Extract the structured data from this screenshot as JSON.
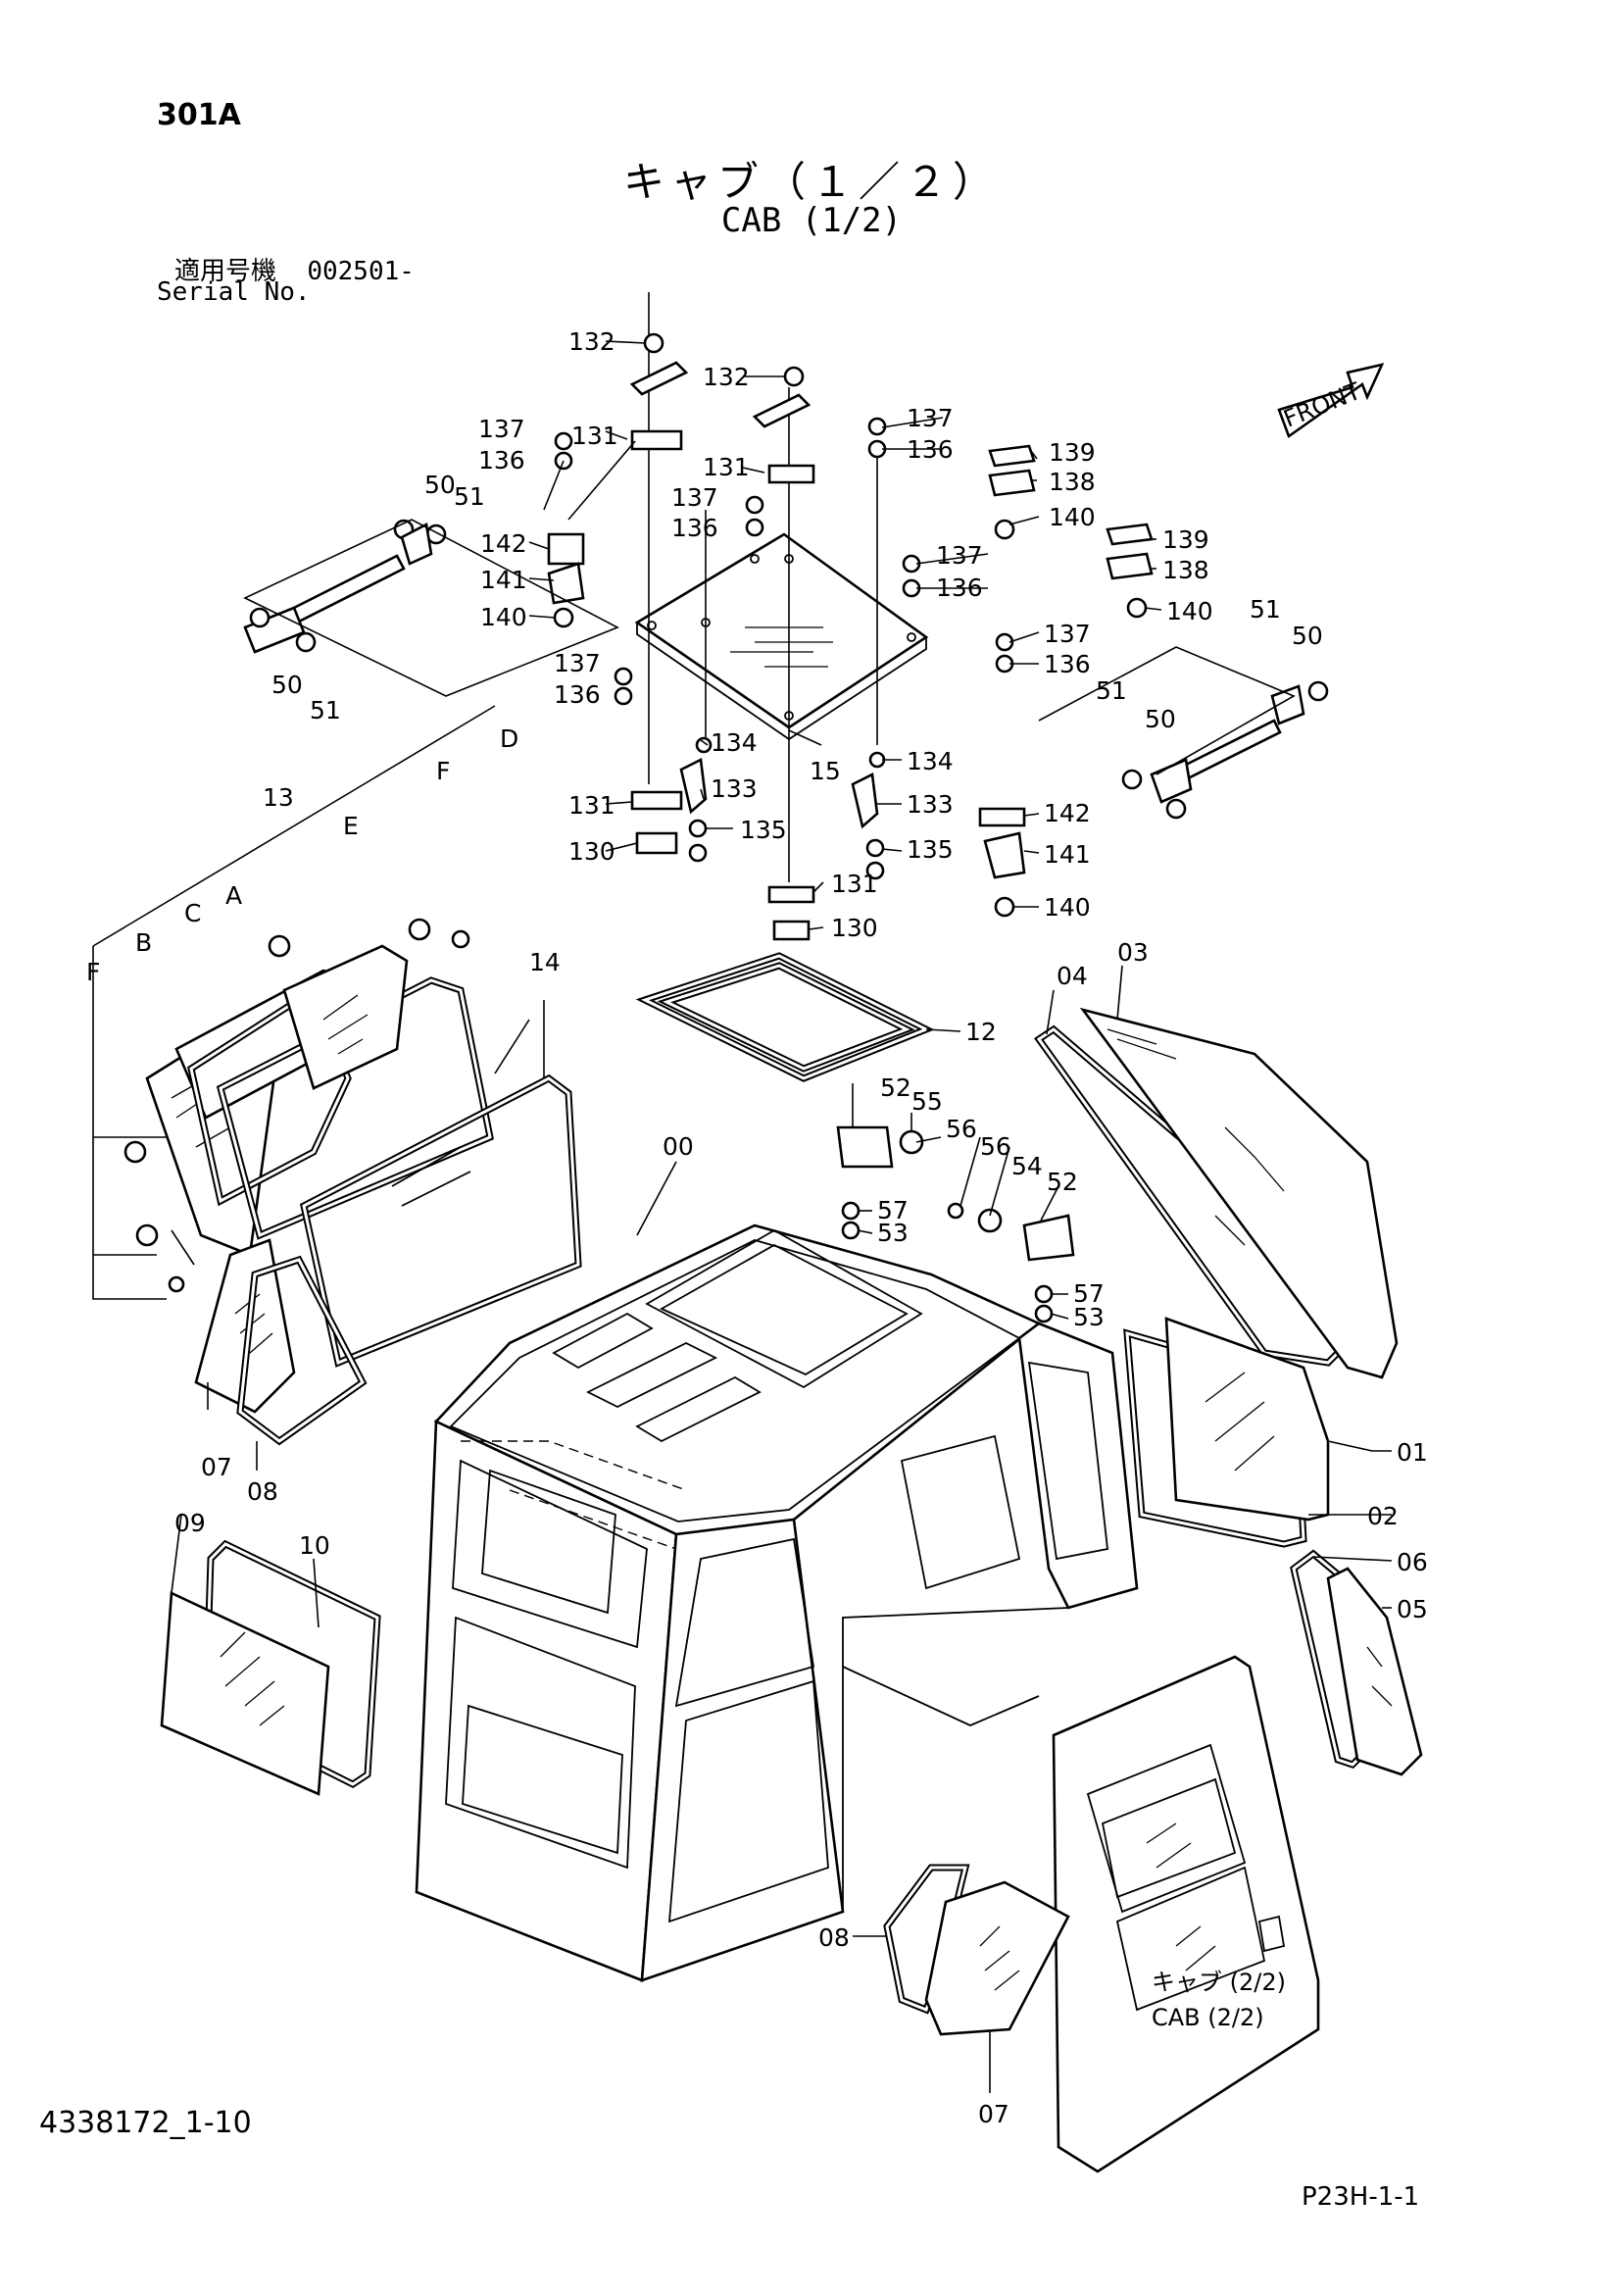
{
  "header": {
    "page_code": "301A",
    "title_jp": "キャブ（１／２）",
    "title_en": "CAB (1/2)",
    "serial_label_jp": "適用号機",
    "serial_value": "002501-",
    "serial_label_en": "Serial No."
  },
  "footer": {
    "doc_number": "4338172_1-10",
    "sheet_number": "P23H-1-1"
  },
  "front_arrow": "FRONT",
  "cross_reference": {
    "jp": "キャブ (2/2)",
    "en": "CAB (2/2)"
  },
  "callouts": {
    "c00": "00",
    "c01": "01",
    "c02": "02",
    "c03": "03",
    "c04": "04",
    "c05": "05",
    "c06": "06",
    "c07a": "07",
    "c07b": "07",
    "c08a": "08",
    "c08b": "08",
    "c09": "09",
    "c10": "10",
    "c12": "12",
    "c13": "13",
    "c14": "14",
    "c15": "15",
    "c50a": "50",
    "c50b": "50",
    "c50c": "50",
    "c50d": "50",
    "c51a": "51",
    "c51b": "51",
    "c51c": "51",
    "c51d": "51",
    "c52a": "52",
    "c52b": "52",
    "c53a": "53",
    "c53b": "53",
    "c54": "54",
    "c55": "55",
    "c56a": "56",
    "c56b": "56",
    "c57a": "57",
    "c57b": "57",
    "c130a": "130",
    "c130b": "130",
    "c131a": "131",
    "c131b": "131",
    "c131c": "131",
    "c131d": "131",
    "c132a": "132",
    "c132b": "132",
    "c133a": "133",
    "c133b": "133",
    "c134a": "134",
    "c134b": "134",
    "c135a": "135",
    "c135b": "135",
    "c136a": "136",
    "c136b": "136",
    "c136c": "136",
    "c136d": "136",
    "c136e": "136",
    "c136f": "136",
    "c137a": "137",
    "c137b": "137",
    "c137c": "137",
    "c137d": "137",
    "c137e": "137",
    "c137f": "137",
    "c138a": "138",
    "c138b": "138",
    "c139a": "139",
    "c139b": "139",
    "c140a": "140",
    "c140b": "140",
    "c140c": "140",
    "c140d": "140",
    "c141a": "141",
    "c141b": "141",
    "c142a": "142",
    "c142b": "142",
    "kA": "A",
    "kB": "B",
    "kC": "C",
    "kD": "D",
    "kE": "E",
    "kF1": "F",
    "kF2": "F"
  }
}
